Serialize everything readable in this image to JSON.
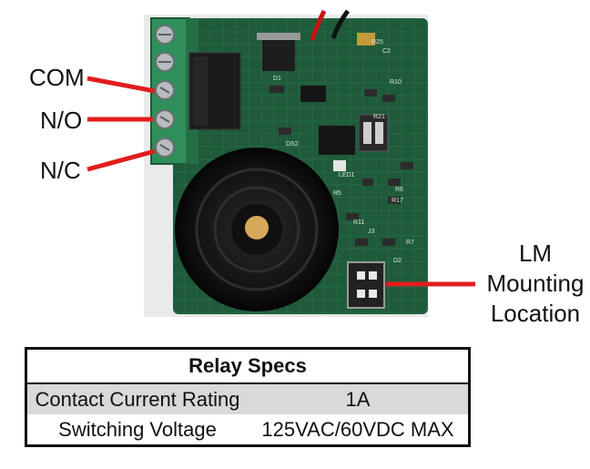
{
  "callouts": {
    "com": "COM",
    "no": "N/O",
    "nc": "N/C",
    "lm_line1": "LM",
    "lm_line2": "Mounting",
    "lm_line3": "Location"
  },
  "board_silkscreen": [
    "LED1",
    "R5",
    "R6",
    "R7",
    "R10",
    "R11",
    "R21",
    "R25",
    "C2",
    "D1",
    "D2",
    "J3",
    "R17",
    "DS2"
  ],
  "specs_table": {
    "title": "Relay Specs",
    "rows": [
      {
        "label": "Contact Current Rating",
        "value": "1A"
      },
      {
        "label": "Switching Voltage",
        "value": "125VAC/60VDC MAX"
      }
    ]
  },
  "colors": {
    "pcb": "#1f5a3a",
    "terminal_block": "#2e8b57",
    "buzzer": "#1a1a1a",
    "buzzer_center": "#d6a85a",
    "callout_line": "#e11d1d",
    "table_shade": "#d9d9d9"
  }
}
